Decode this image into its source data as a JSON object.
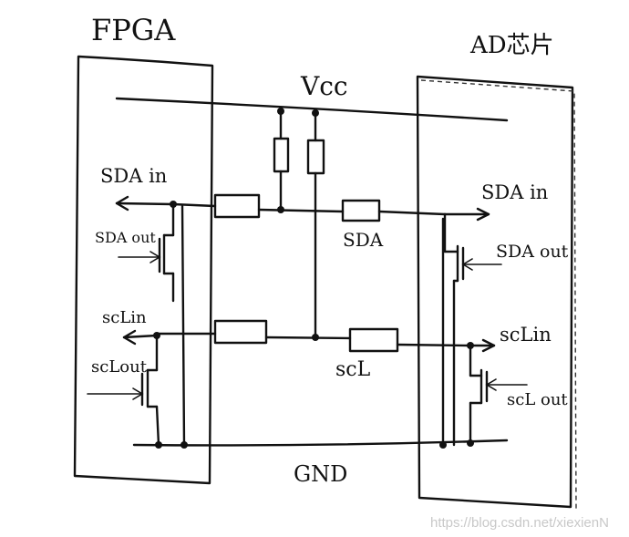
{
  "labels": {
    "fpga": "FPGA",
    "ad_chip": "AD芯片",
    "vcc": "Vcc",
    "gnd": "GND",
    "sda_bus": "SDA",
    "scl_bus": "scL",
    "fpga_sda_in": "SDA in",
    "fpga_sda_out": "SDA out",
    "fpga_scl_in": "scLin",
    "fpga_scl_out": "scLout",
    "ad_sda_in": "SDA in",
    "ad_sda_out": "SDA out",
    "ad_scl_in": "scLin",
    "ad_scl_out": "scL out"
  },
  "watermark": "https://blog.csdn.net/xiexienN"
}
